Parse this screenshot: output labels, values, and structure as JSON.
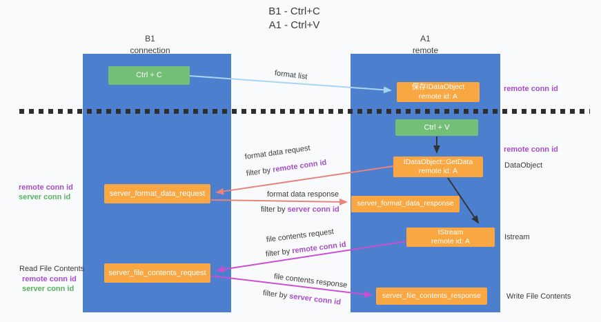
{
  "title": {
    "line1": "B1 - Ctrl+C",
    "line2": "A1 - Ctrl+V"
  },
  "columns": {
    "left": {
      "name": "B1",
      "role": "connection"
    },
    "right": {
      "name": "A1",
      "role": "remote"
    }
  },
  "boxes": {
    "ctrl_c": {
      "label": "Ctrl + C"
    },
    "save_idataobject": {
      "line1": "保存IDataObject",
      "line2": "remote id: A"
    },
    "ctrl_v": {
      "label": "Ctrl + V"
    },
    "getdata": {
      "line1": "IDataObject::GetData",
      "line2": "remote id: A"
    },
    "server_format_data_request": {
      "label": "server_format_data_request"
    },
    "server_format_data_response": {
      "label": "server_format_data_response"
    },
    "istream_box": {
      "line1": "IStream",
      "line2": "remote id: A"
    },
    "server_file_contents_request": {
      "label": "server_file_contents_request"
    },
    "server_file_contents_response": {
      "label": "server_file_contents_response"
    }
  },
  "arrow_labels": {
    "format_list": "format list",
    "format_data_request": "format data request",
    "format_data_response": "format data response",
    "file_contents_request": "file contents request",
    "file_contents_response": "file contents response",
    "filter_by": "filter by"
  },
  "shared": {
    "remote_conn_id": "remote conn id",
    "server_conn_id": "server conn id"
  },
  "annotations": {
    "dataobject": "DataObject",
    "istream": "Istream",
    "read_file_contents": "Read File Contents",
    "write_file_contents": "Write File Contents"
  },
  "colors": {
    "column_blue": "#4c80cf",
    "box_orange": "#f8a742",
    "box_green": "#72bf75",
    "arrow_salmon": "#e8837d",
    "arrow_magenta": "#cc4ed0",
    "arrow_lightblue": "#a9d5f2",
    "label_purple": "#a64dc8",
    "label_green": "#57b25e",
    "dash_black": "#2e2e2e"
  }
}
